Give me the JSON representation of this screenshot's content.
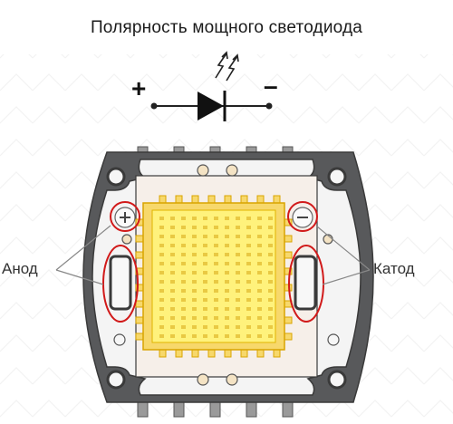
{
  "title": "Полярность мощного светодиода",
  "labels": {
    "anode": "Анод",
    "cathode": "Катод",
    "plus_symbol": "+",
    "minus_symbol": "–"
  },
  "icons": {
    "diode": "diode-symbol-icon",
    "light_emission": "light-arrows-icon",
    "plus_pad": "plus-circle-icon",
    "minus_pad": "minus-circle-icon"
  },
  "colors": {
    "led_body": "#58595b",
    "frame": "#f5f5f5",
    "inner_board": "#f4eee9",
    "yellow_matrix": "#fff07a",
    "gold_border": "#f5cf42",
    "highlight_red": "#d11a1a",
    "pins": "#949494"
  }
}
